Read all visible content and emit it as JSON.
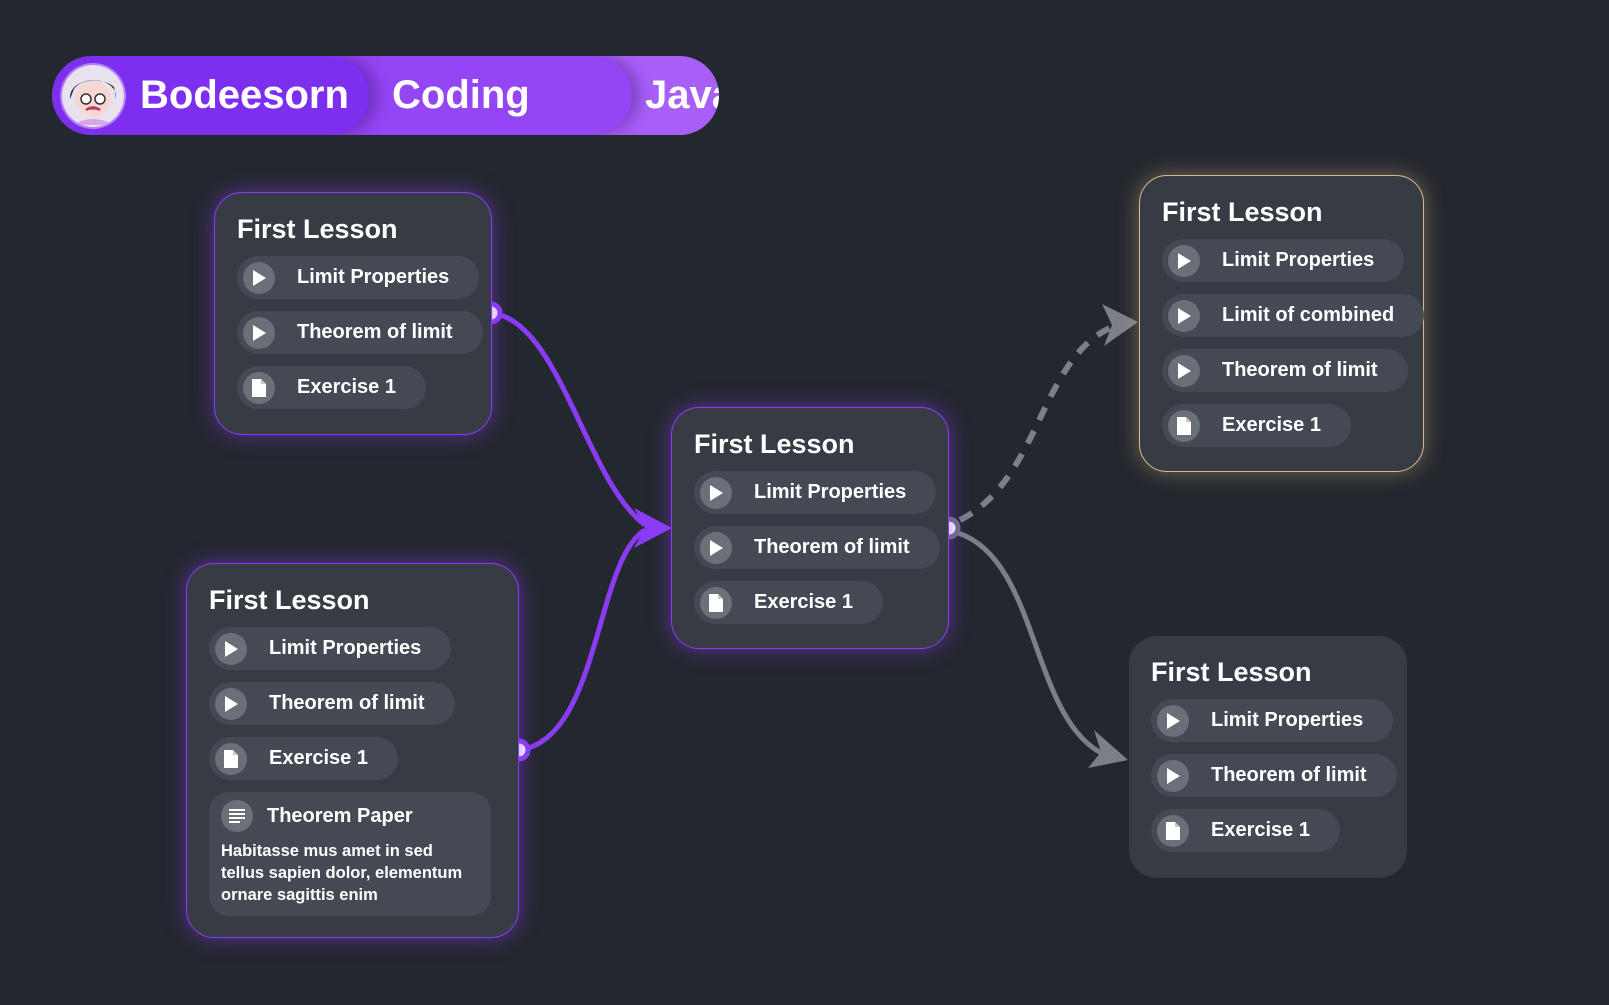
{
  "breadcrumb": {
    "items": [
      "Bodeesorn",
      "Coding",
      "Java"
    ],
    "colors": [
      "#7d2ff0",
      "#9445f4",
      "#a75ff8"
    ]
  },
  "cards": [
    {
      "title": "First Lesson",
      "style": "purple-glow",
      "items": [
        {
          "icon": "play-icon",
          "label": "Limit Properties"
        },
        {
          "icon": "play-icon",
          "label": "Theorem of limit"
        },
        {
          "icon": "document-icon",
          "label": "Exercise 1"
        }
      ]
    },
    {
      "title": "First Lesson",
      "style": "purple-glow",
      "items": [
        {
          "icon": "play-icon",
          "label": "Limit Properties"
        },
        {
          "icon": "play-icon",
          "label": "Theorem of limit"
        },
        {
          "icon": "document-icon",
          "label": "Exercise 1"
        }
      ],
      "paper": {
        "icon": "text-lines-icon",
        "title": "Theorem Paper",
        "body": "Habitasse mus amet in sed tellus sapien dolor, elementum ornare sagittis enim"
      }
    },
    {
      "title": "First Lesson",
      "style": "purple-glow",
      "items": [
        {
          "icon": "play-icon",
          "label": "Limit Properties"
        },
        {
          "icon": "play-icon",
          "label": "Theorem of limit"
        },
        {
          "icon": "document-icon",
          "label": "Exercise 1"
        }
      ]
    },
    {
      "title": "First Lesson",
      "style": "gold-glow",
      "items": [
        {
          "icon": "play-icon",
          "label": "Limit Properties"
        },
        {
          "icon": "play-icon",
          "label": "Limit of combined"
        },
        {
          "icon": "play-icon",
          "label": "Theorem of limit"
        },
        {
          "icon": "document-icon",
          "label": "Exercise 1"
        }
      ]
    },
    {
      "title": "First Lesson",
      "style": "plain",
      "items": [
        {
          "icon": "play-icon",
          "label": "Limit Properties"
        },
        {
          "icon": "play-icon",
          "label": "Theorem of limit"
        },
        {
          "icon": "document-icon",
          "label": "Exercise 1"
        }
      ]
    }
  ],
  "connections": [
    {
      "from": "card-1",
      "to": "card-3",
      "style": "solid",
      "color": "#8a3cf5"
    },
    {
      "from": "card-2",
      "to": "card-3",
      "style": "solid",
      "color": "#8a3cf5"
    },
    {
      "from": "card-3",
      "to": "card-4",
      "style": "dashed",
      "color": "#7b7f86"
    },
    {
      "from": "card-3",
      "to": "card-5",
      "style": "solid",
      "color": "#7b7f86"
    }
  ],
  "colors": {
    "background": "#23272e",
    "card": "#373b44",
    "pill": "#454953",
    "accent": "#8a3cf5",
    "highlight": "#d8ba8c"
  }
}
